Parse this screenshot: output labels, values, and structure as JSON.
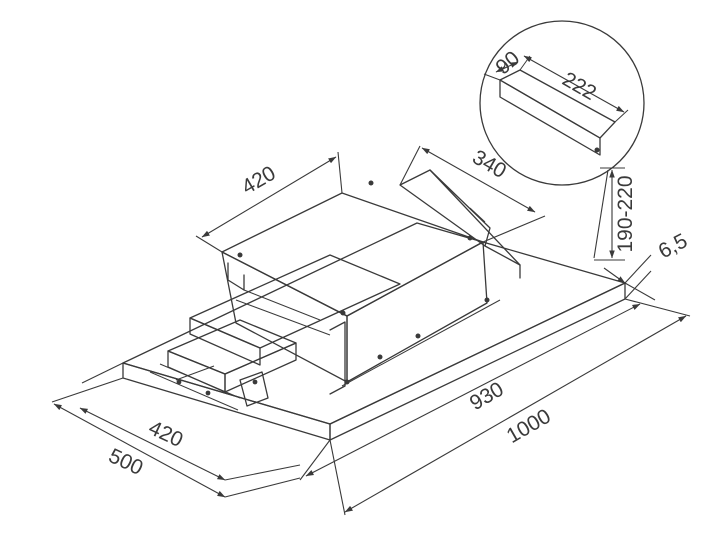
{
  "diagram": {
    "type": "technical-dimension-drawing",
    "line_color": "#3a3a3a",
    "background": "#ffffff",
    "dimensions": {
      "top_length": "420",
      "top_depth": "340",
      "height_range": "190-220",
      "panel_thickness": "6,5",
      "inner_length": "930",
      "overall_length": "1000",
      "inner_depth": "420",
      "overall_depth": "500"
    },
    "detail": {
      "width": "90",
      "length": "222"
    }
  }
}
